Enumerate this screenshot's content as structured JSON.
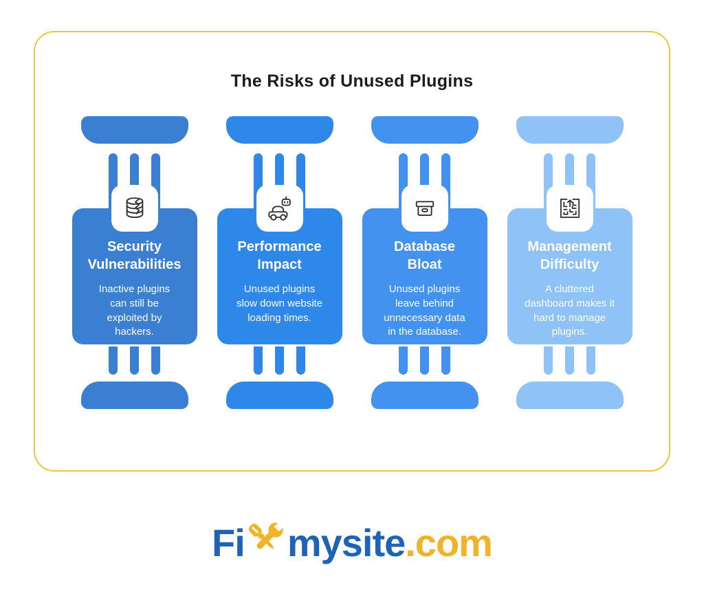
{
  "title": "The Risks of Unused Plugins",
  "frame": {
    "border_color": "#f2c53d",
    "background": "#ffffff"
  },
  "cards": [
    {
      "title": "Security\nVulnerabilities",
      "body": "Inactive plugins\ncan still be\nexploited by\nhackers.",
      "color": "#3b7fd3",
      "icon": "broken-database-icon"
    },
    {
      "title": "Performance\nImpact",
      "body": "Unused plugins\nslow down website\nloading times.",
      "color": "#2e88ea",
      "icon": "slow-car-robot-icon"
    },
    {
      "title": "Database\nBloat",
      "body": "Unused plugins\nleave behind\nunnecessary data\nin the database.",
      "color": "#4392ef",
      "icon": "archive-box-icon"
    },
    {
      "title": "Management\nDifficulty",
      "body": "A cluttered\ndashboard makes it\nhard to manage\nplugins.",
      "color": "#8fc2f7",
      "icon": "maze-icon"
    }
  ],
  "logo": {
    "fi": "Fi",
    "mysite": "mysite",
    "com": ".com",
    "blue": "#1e63b5",
    "gold": "#f0b429",
    "icon": "crossed-tools-icon"
  }
}
